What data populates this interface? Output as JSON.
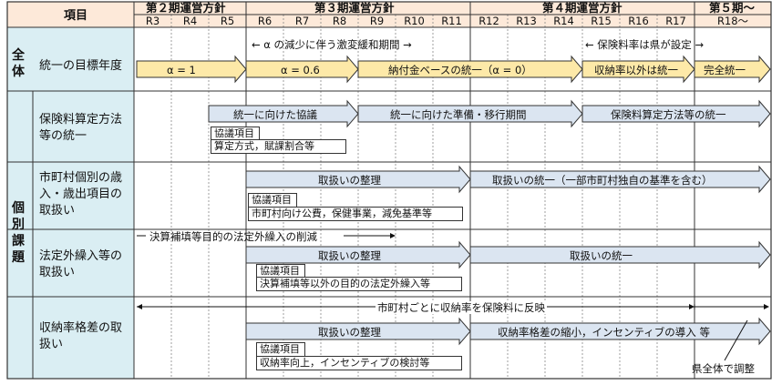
{
  "header": {
    "item": "項目",
    "periods": [
      "第２期運営方針",
      "第３期運営方針",
      "第４期運営方針",
      "第５期〜"
    ],
    "years": [
      "R3",
      "R4",
      "R5",
      "R6",
      "R7",
      "R8",
      "R9",
      "R10",
      "R11",
      "R12",
      "R13",
      "R14",
      "R15",
      "R16",
      "R17",
      "R18〜"
    ]
  },
  "sections": {
    "overall": "全体",
    "individual": "個別課題"
  },
  "rows": {
    "target_year": {
      "label": "統一の目標年度",
      "alpha_reduce": "← α の減少に伴う激変緩和期間 →",
      "rate_set_by_pref": "← 保険料率は県が設定 →",
      "alpha1": "α = 1",
      "alpha06": "α = 0.6",
      "payment_basis": "納付金ベースの統一（α = 0）",
      "except_collection": "収納率以外は統一",
      "full_unify": "完全統一"
    },
    "premium_method": {
      "label": "保険料算定方法等の統一",
      "arrow1": "統一に向けた協議",
      "arrow2": "統一に向けた準備・移行期間",
      "arrow3": "保険料算定方法等の統一",
      "agenda_title": "協議項目",
      "agenda_body": "算定方式，賦課割合等"
    },
    "municipal_items": {
      "label": "市町村個別の歳入・歳出項目の取扱い",
      "arrow1": "取扱いの整理",
      "arrow2": "取扱いの統一（一部市町村独自の基準を含む）",
      "agenda_title": "協議項目",
      "agenda_body": "市町村向け公費，保健事業，減免基準等"
    },
    "outside_law": {
      "label": "法定外繰入等の取扱い",
      "reduce_note": "決算補填等目的の法定外繰入の削減",
      "arrow1": "取扱いの整理",
      "arrow2": "取扱いの統一",
      "agenda_title": "協議項目",
      "agenda_body": "決算補填等以外の目的の法定外繰入等"
    },
    "collection_gap": {
      "label": "収納率格差の取扱い",
      "reflect_note": "市町村ごとに収納率を保険料に反映",
      "arrow1": "取扱いの整理",
      "arrow2": "収納率格差の縮小，インセンティブの導入 等",
      "agenda_title": "協議項目",
      "agenda_body": "収納率向上，インセンティブの検討等",
      "pref_adjust": "県全体で調整"
    }
  }
}
